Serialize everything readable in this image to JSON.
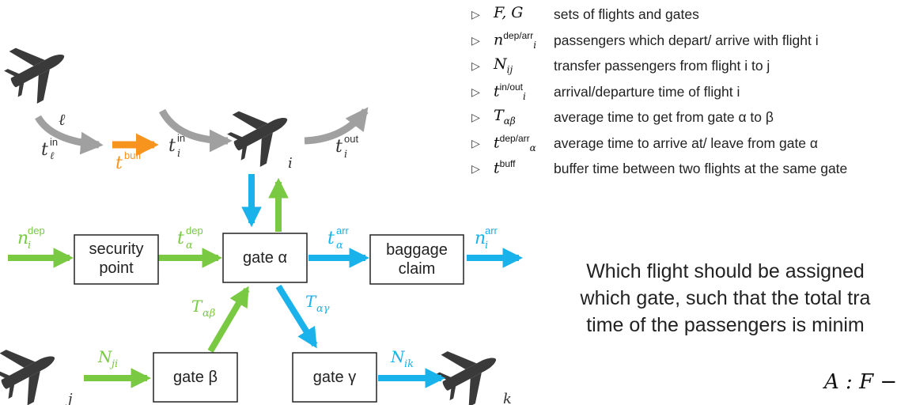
{
  "legend": [
    {
      "symbol": "F, G",
      "sup": "",
      "sub": "",
      "description": "sets of flights and gates"
    },
    {
      "symbol": "n",
      "sup": "dep/arr",
      "sub": "i",
      "description": "passengers which depart/ arrive with flight i"
    },
    {
      "symbol": "N",
      "sup": "",
      "sub": "ij",
      "description": "transfer passengers from flight i to j"
    },
    {
      "symbol": "t",
      "sup": "in/out",
      "sub": "i",
      "description": "arrival/departure time of flight i"
    },
    {
      "symbol": "T",
      "sup": "",
      "sub": "αβ",
      "description": "average time to get from gate α to β"
    },
    {
      "symbol": "t",
      "sup": "dep/arr",
      "sub": "α",
      "description": "average time to arrive at/ leave from gate α"
    },
    {
      "symbol": "t",
      "sup": "buff",
      "sub": "",
      "description": "buffer time between two flights at the same gate"
    }
  ],
  "diagram": {
    "boxes": {
      "security_line1": "security",
      "security_line2": "point",
      "gate_alpha": "gate α",
      "baggage_line1": "baggage",
      "baggage_line2": "claim",
      "gate_beta": "gate β",
      "gate_gamma": "gate γ"
    },
    "flight_labels": {
      "l": "ℓ",
      "i": "i",
      "j": "j",
      "k": "k"
    },
    "edge_labels": {
      "t_l_in": {
        "base": "t",
        "sup": "in",
        "sub": "ℓ"
      },
      "t_buff": {
        "base": "t",
        "sup": "buff"
      },
      "t_i_in": {
        "base": "t",
        "sup": "in",
        "sub": "i"
      },
      "t_i_out": {
        "base": "t",
        "sup": "out",
        "sub": "i"
      },
      "n_i_dep": {
        "base": "n",
        "sup": "dep",
        "sub": "i"
      },
      "t_alpha_dep": {
        "base": "t",
        "sup": "dep",
        "sub": "α"
      },
      "t_alpha_arr": {
        "base": "t",
        "sup": "arr",
        "sub": "α"
      },
      "n_i_arr": {
        "base": "n",
        "sup": "arr",
        "sub": "i"
      },
      "T_ab": {
        "base": "T",
        "sub": "αβ"
      },
      "T_ag": {
        "base": "T",
        "sub": "αγ"
      },
      "N_ji": {
        "base": "N",
        "sub": "ji"
      },
      "N_ik": {
        "base": "N",
        "sub": "ik"
      }
    }
  },
  "question": {
    "line1": "Which flight should be assigned",
    "line2": "which gate, such that the total tra",
    "line3": "time of the passengers is minim"
  },
  "formula": "A : F −",
  "colors": {
    "green": "#7ac943",
    "blue": "#1ab2ea",
    "grey": "#a0a0a0",
    "orange": "#f7941d",
    "plane": "#3a3a3a"
  }
}
